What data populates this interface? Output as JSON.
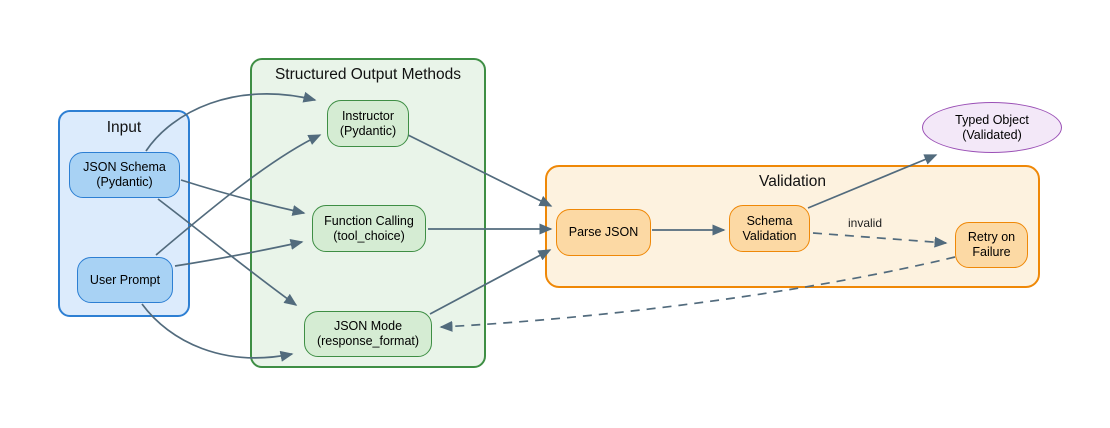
{
  "colors": {
    "arrow": "#526b7d",
    "blue_border": "#2d7fd3",
    "blue_container_fill": "#dcebfc",
    "blue_node_fill": "#a8d2f4",
    "green_border": "#3e8e44",
    "green_container_fill": "#e9f4e9",
    "green_node_fill": "#d5ecd3",
    "orange_border": "#ef8807",
    "orange_container_fill": "#fdf2df",
    "orange_node_fill": "#fcd9a4",
    "purple_border": "#9b51b6",
    "purple_fill": "#f3e8f8"
  },
  "groups": {
    "input": {
      "title": "Input"
    },
    "methods": {
      "title": "Structured Output Methods"
    },
    "validation": {
      "title": "Validation"
    }
  },
  "nodes": {
    "json_schema": {
      "line1": "JSON Schema",
      "line2": "(Pydantic)"
    },
    "user_prompt": {
      "line1": "User Prompt"
    },
    "instructor": {
      "line1": "Instructor",
      "line2": "(Pydantic)"
    },
    "function_calling": {
      "line1": "Function Calling",
      "line2": "(tool_choice)"
    },
    "json_mode": {
      "line1": "JSON Mode",
      "line2": "(response_format)"
    },
    "parse_json": {
      "line1": "Parse JSON"
    },
    "schema_validation": {
      "line1": "Schema",
      "line2": "Validation"
    },
    "retry_on_failure": {
      "line1": "Retry on",
      "line2": "Failure"
    },
    "typed_object": {
      "line1": "Typed Object",
      "line2": "(Validated)"
    }
  },
  "edges": {
    "invalid_label": "invalid"
  }
}
